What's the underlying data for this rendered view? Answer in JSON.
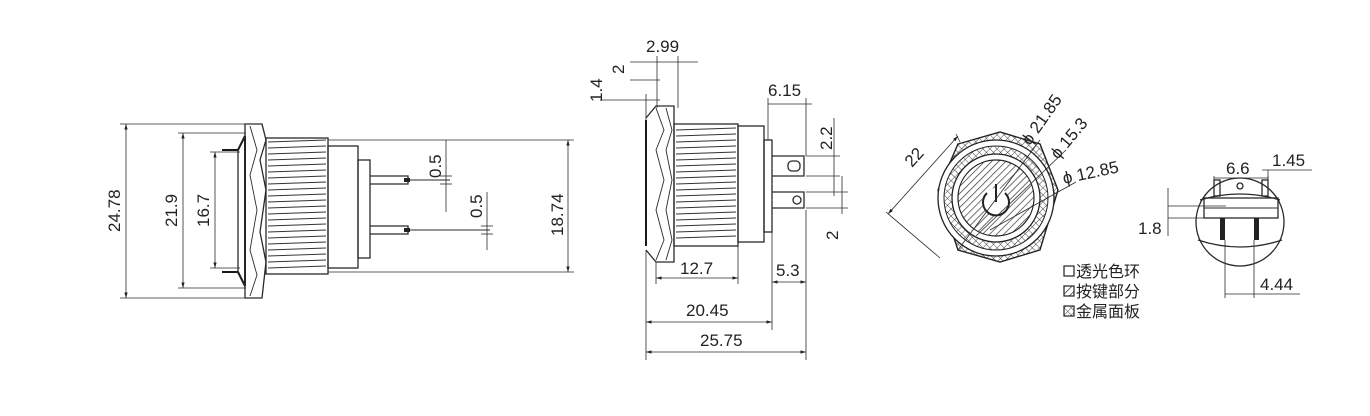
{
  "dimensions": {
    "side_view": {
      "overall_height": "24.78",
      "flange_height": "21.9",
      "button_height": "16.7",
      "terminal_thickness_upper": "0.5",
      "terminal_thickness_lower": "0.5",
      "thread_height": "18.74"
    },
    "profile_view": {
      "bezel_offset": "2.99",
      "gap_2": "2",
      "bezel_1_4": "1.4",
      "terminal_length": "6.15",
      "terminal_2_2": "2.2",
      "terminal_2": "2",
      "thread_length": "12.7",
      "terminal_5_3": "5.3",
      "body_length": "20.45",
      "overall_length": "25.75"
    },
    "front_view": {
      "across_flats": "22",
      "outer_diameter": "ϕ 21.85",
      "ring_diameter": "ϕ 15.3",
      "button_diameter": "ϕ 12.85"
    },
    "rear_view": {
      "pin_spacing": "6.6",
      "pin_width": "1.45",
      "pin_offset": "1.8",
      "pin_pitch": "4.44"
    }
  },
  "legend": [
    {
      "symbol": "empty-box",
      "label": "透光色环"
    },
    {
      "symbol": "hatched-box",
      "label": "按键部分"
    },
    {
      "symbol": "cross-box",
      "label": "金属面板"
    }
  ]
}
